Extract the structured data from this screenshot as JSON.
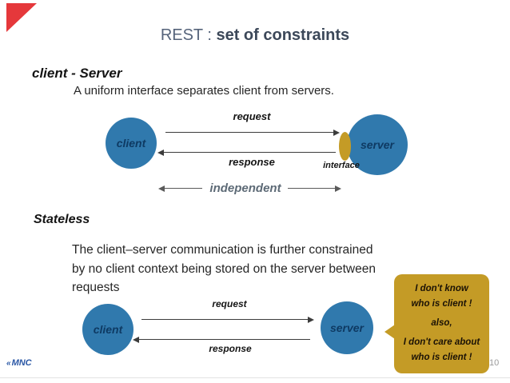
{
  "header": {
    "title_light": "REST :",
    "title_bold": "set of constraints"
  },
  "client_server_section": {
    "heading": "client - Server",
    "body": "A uniform interface separates client from servers.",
    "diagram": {
      "client_label": "client",
      "server_label": "server",
      "interface_label": "interface",
      "request_label": "request",
      "response_label": "response",
      "independent_label": "independent"
    }
  },
  "stateless_section": {
    "heading": "Stateless",
    "body_lines": [
      "The client–server communication is further constrained",
      "by no client context being stored on the server between",
      "requests"
    ],
    "diagram": {
      "client_label": "client",
      "server_label": "server",
      "request_label": "request",
      "response_label": "response"
    }
  },
  "speech_bubble": {
    "lines": [
      "I don't know",
      "who is client !",
      "also,",
      "I don't care about",
      "who is client !"
    ]
  },
  "footer": {
    "logo_mark": "«",
    "logo_text": "MNC",
    "page_number": "10"
  },
  "colors": {
    "node_blue": "#3079ad",
    "gold": "#c49b26",
    "corner_red": "#e5383b",
    "title_gray": "#45536b",
    "independent_gray": "#5d6a76"
  }
}
